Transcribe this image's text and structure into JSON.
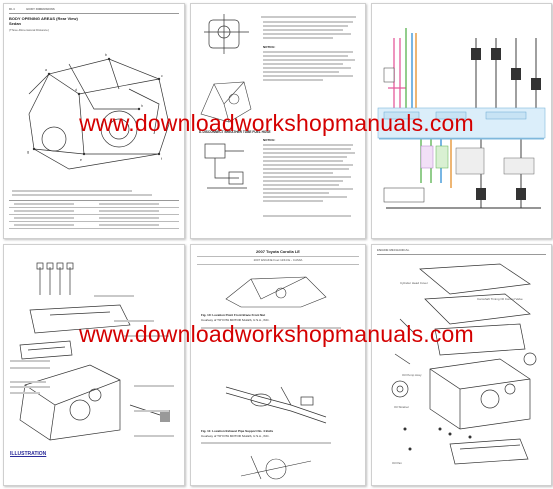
{
  "watermark": {
    "top_text": "www.downloadworkshopmanuals.com",
    "bottom_text": "www.downloadworkshopmanuals.com",
    "color": "#d40000"
  },
  "pages": {
    "p1": {
      "section_title": "BODY OPENING AREAS (Rear View)",
      "subtitle": "Sedan",
      "note": "(Three-Dimensional Distance)"
    },
    "p2": {
      "heading": "8. DISCONNECT BREATHER TUBE FUEL HOSE",
      "notice_label": "NOTICE:",
      "notice2_label": "NOTICE:"
    },
    "p4": {
      "link": "ILLUSTRATION"
    },
    "p5": {
      "title": "2007 Toyota Corolla LE",
      "subtitle": "2007 ENGINE Fuel 1ZZ-FE - CAMIA",
      "fig1": "Fig. 10: Location Point Front Brace Front Nut",
      "fig1_courtesy": "Courtesy of TOYOTA MOTOR SALES, U.S.A., INC.",
      "fig2": "Fig. 11: Location Exhaust Pipe Support No. 4 Bolts",
      "fig2_courtesy": "Courtesy of TOYOTA MOTOR SALES, U.S.A., INC."
    },
    "p6": {
      "label_1": "Cylinder Head Cover",
      "label_2": "Camshaft Timing Oil Control Valve",
      "label_3": "Oil Pump Assy",
      "label_4": "Oil Strainer",
      "label_5": "Oil Pan"
    }
  }
}
